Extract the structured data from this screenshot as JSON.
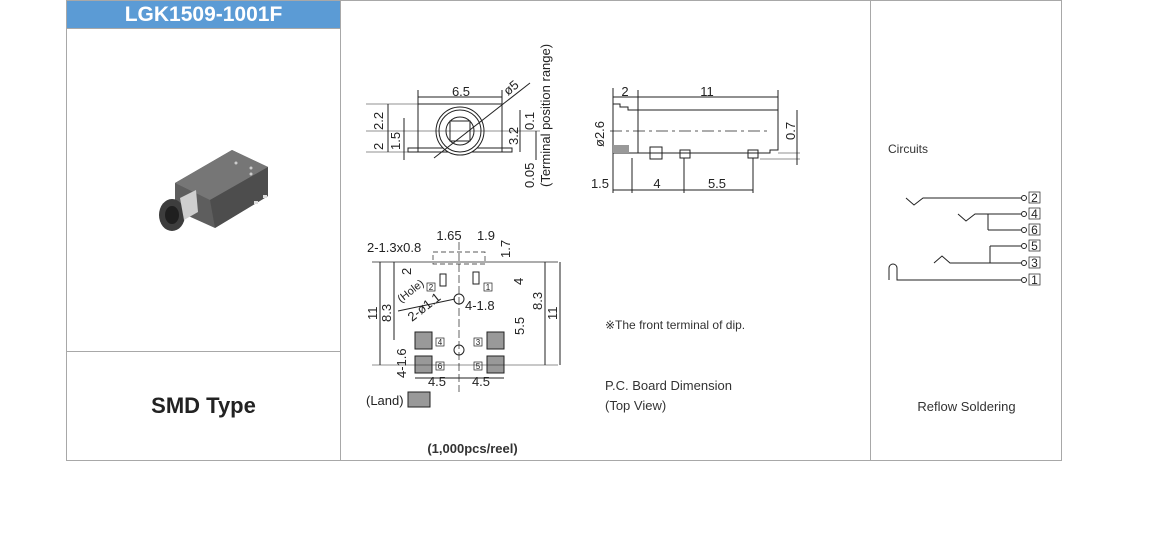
{
  "product": {
    "model": "LGK1509-1001F",
    "type": "SMD Type",
    "packaging": "(1,000pcs/reel)"
  },
  "front_view": {
    "width": "6.5",
    "diameter": "ø5",
    "height_upper": "2.2",
    "height_lower": "2",
    "center_offset": "1.5",
    "right_height": "3.2",
    "right_offset": "0.1",
    "terminal_tolerance": "0.05",
    "terminal_note": "(Terminal position range)"
  },
  "side_view": {
    "front_len": "2",
    "body_len": "11",
    "diameter": "ø2.6",
    "bottom_offset": "0.7",
    "pin_a": "1.5",
    "pin_b": "4",
    "pin_c": "5.5"
  },
  "pcb_view": {
    "dim_165": "1.65",
    "dim_19": "1.9",
    "dim_17": "1.7",
    "slot": "2-1.3x0.8",
    "dim_2": "2",
    "dim_4": "4",
    "dim_11_left": "11",
    "dim_83_left": "8.3",
    "dim_83_right": "8.3",
    "dim_11_right": "11",
    "hole_label": "(Hole)",
    "hole": "2-ø1.1",
    "pad_w": "4-1.8",
    "dim_55": "5.5",
    "pad_h": "4-1.6",
    "dim_45_left": "4.5",
    "dim_45_right": "4.5",
    "land": "(Land)",
    "pins": [
      "1",
      "2",
      "3",
      "4",
      "5",
      "6"
    ]
  },
  "notes": {
    "dip": "※The front terminal of dip.",
    "pcb_title": "P.C. Board Dimension",
    "pcb_sub": "(Top View)"
  },
  "circuits": {
    "title": "Circuits",
    "pins": [
      "2",
      "4",
      "6",
      "5",
      "3",
      "1"
    ],
    "soldering": "Reflow Soldering"
  }
}
